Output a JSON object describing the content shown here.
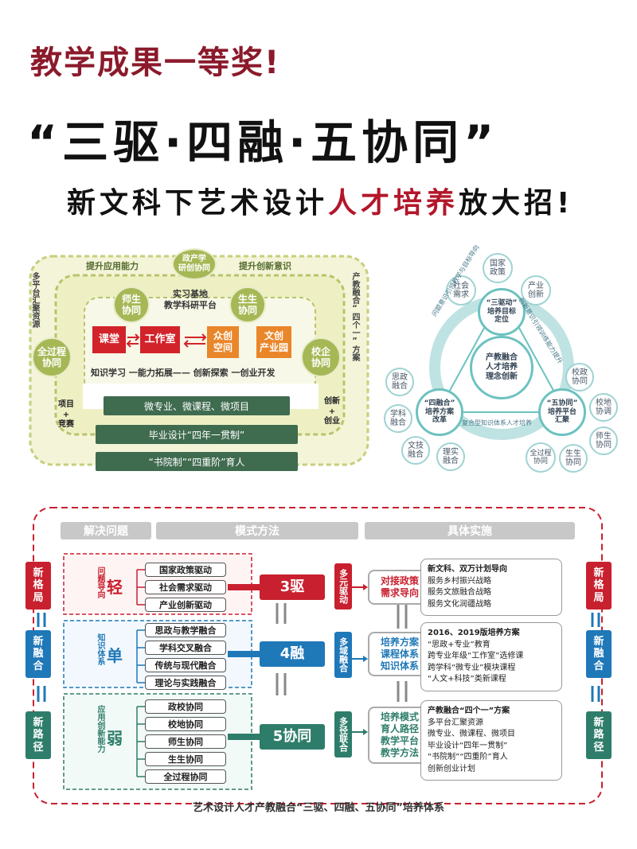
{
  "header": {
    "line1": "教学成果一等奖!",
    "line2": "“三驱·四融·五协同”",
    "line3_a": "新文科下艺术设计",
    "line3_red": "人才培养",
    "line3_b": "放大招!"
  },
  "top_left": {
    "top_arrow_left": "提升应用能力",
    "top_arrow_right": "提升创新意识",
    "top_circle": "政产学\n研创协同",
    "left_outer": "多平台汇聚资源",
    "right_outer": "产教融合“四个一”方案",
    "circle_left": "全过程\n协同",
    "circle_right": "校企\n协同",
    "circle_teacher": "师生\n协同",
    "circle_student": "生生\n协同",
    "base_label": "实习基地\n教学科研平台",
    "box_classroom": "课堂",
    "box_studio": "工作室",
    "box_maker": "众创\n空间",
    "box_culture": "文创\n产业园",
    "flow_label": "知识学习 一能力拓展—— 创新探索 一创业开发",
    "left_small": "项目\n+\n竞赛",
    "right_small": "创新\n+\n创业",
    "bar1": "微专业、微课程、微项目",
    "bar2": "毕业设计“四年一贯制”",
    "bar3": "“书院制”“四重阶”育人"
  },
  "top_right": {
    "center": "产教融合\n人才培养\n理念创新",
    "node_drive": "“三驱动”\n培养目标\n定位",
    "node_fusion": "“四融合”\n培养方案\n改革",
    "node_collab": "“五协同”\n培养平台\n汇聚",
    "sat_policy": "国家\n政策",
    "sat_social": "社会\n需求",
    "sat_industry": "产业\n创新",
    "sat_ideo": "思政\n融合",
    "sat_disc": "学科\n融合",
    "sat_cult": "文技\n融合",
    "sat_theory": "理实\n融合",
    "sat_school": "校政\n协同",
    "sat_schoolent": "校地\n协调",
    "sat_teacher": "师生\n协同",
    "sat_whole": "全过程\n协同",
    "sat_student": "生生\n协同",
    "arc_left": "问题意识引领教学与目标导向",
    "arc_right": "创新意识引领训练能力提升",
    "arc_bottom": "复合型知识体系人才培养"
  },
  "bottom": {
    "col1": "解决问题",
    "col2": "模式方法",
    "col3": "具体实施",
    "side_new_pattern": "新\n格\n局",
    "side_new_fusion": "新\n融\n合",
    "side_new_path": "新\n路\n径",
    "problem_light_label": "问题导向",
    "problem_light": "轻",
    "problem_single_label": "知识体系",
    "problem_single": "单",
    "problem_weak_label": "应用创新能力",
    "problem_weak": "弱",
    "drive_items": [
      "国家政策驱动",
      "社会需求驱动",
      "产业创新驱动"
    ],
    "fusion_items": [
      "思政与教学融合",
      "学科交叉融合",
      "传统与现代融合",
      "理论与实践融合"
    ],
    "collab_items": [
      "政校协同",
      "校地协同",
      "师生协同",
      "生生协同",
      "全过程协同"
    ],
    "mode_3": "3驱",
    "mode_4": "4融",
    "mode_5": "5协同",
    "tag_drive": "多元驱动",
    "tag_fusion": "多域融合",
    "tag_path": "多径联合",
    "mid_drive": "对接政策\n需求导向",
    "mid_fusion": "培养方案\n课程体系\n知识体系",
    "mid_path": "培养模式\n育人路径\n教学平台\n教学方法",
    "impl_drive": [
      "新文科、双万计划导向",
      "服务乡村振兴战略",
      "服务文旅融合战略",
      "服务文化润疆战略"
    ],
    "impl_fusion": [
      "2016、2019版培养方案",
      "“思政+专业”教育",
      "跨专业年级“工作室”选修课",
      "跨学科“微专业”模块课程",
      "“人文+科技”类新课程"
    ],
    "impl_path": [
      "产教融合“四个一”方案",
      "多平台汇聚资源",
      "微专业、微课程、微项目",
      "毕业设计“四年一贯制”",
      "“书院制”“四重阶”育人",
      "创新创业计划"
    ],
    "footer": "艺术设计人才产教融合“三驱、四融、五协同”培养体系"
  },
  "colors": {
    "brand_red": "#b3162a",
    "olive": "#a6b856",
    "teal": "#6cc2c0",
    "blue": "#1f78b8",
    "green": "#2e7d6a"
  }
}
